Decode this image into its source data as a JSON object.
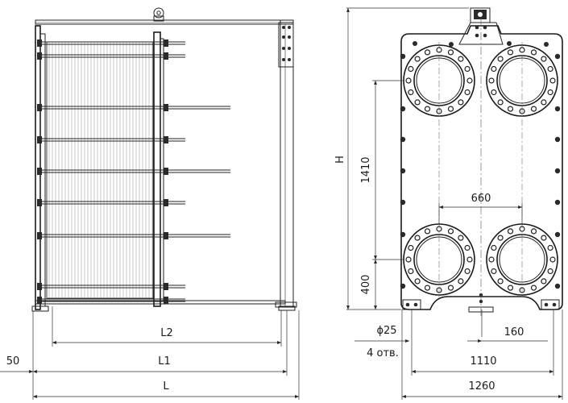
{
  "side_view": {
    "dimensions": {
      "L2": "L2",
      "L1": "L1",
      "L": "L",
      "offset": "50"
    }
  },
  "front_view": {
    "dimensions": {
      "height": "H",
      "port_vertical_spacing": "1410",
      "port_horizontal_spacing": "660",
      "bottom_port_height": "400",
      "foot_hole_diameter": "ϕ25",
      "foot_hole_count": "4 отв.",
      "foot_offset": "160",
      "foot_span": "1110",
      "overall_width": "1260"
    }
  }
}
